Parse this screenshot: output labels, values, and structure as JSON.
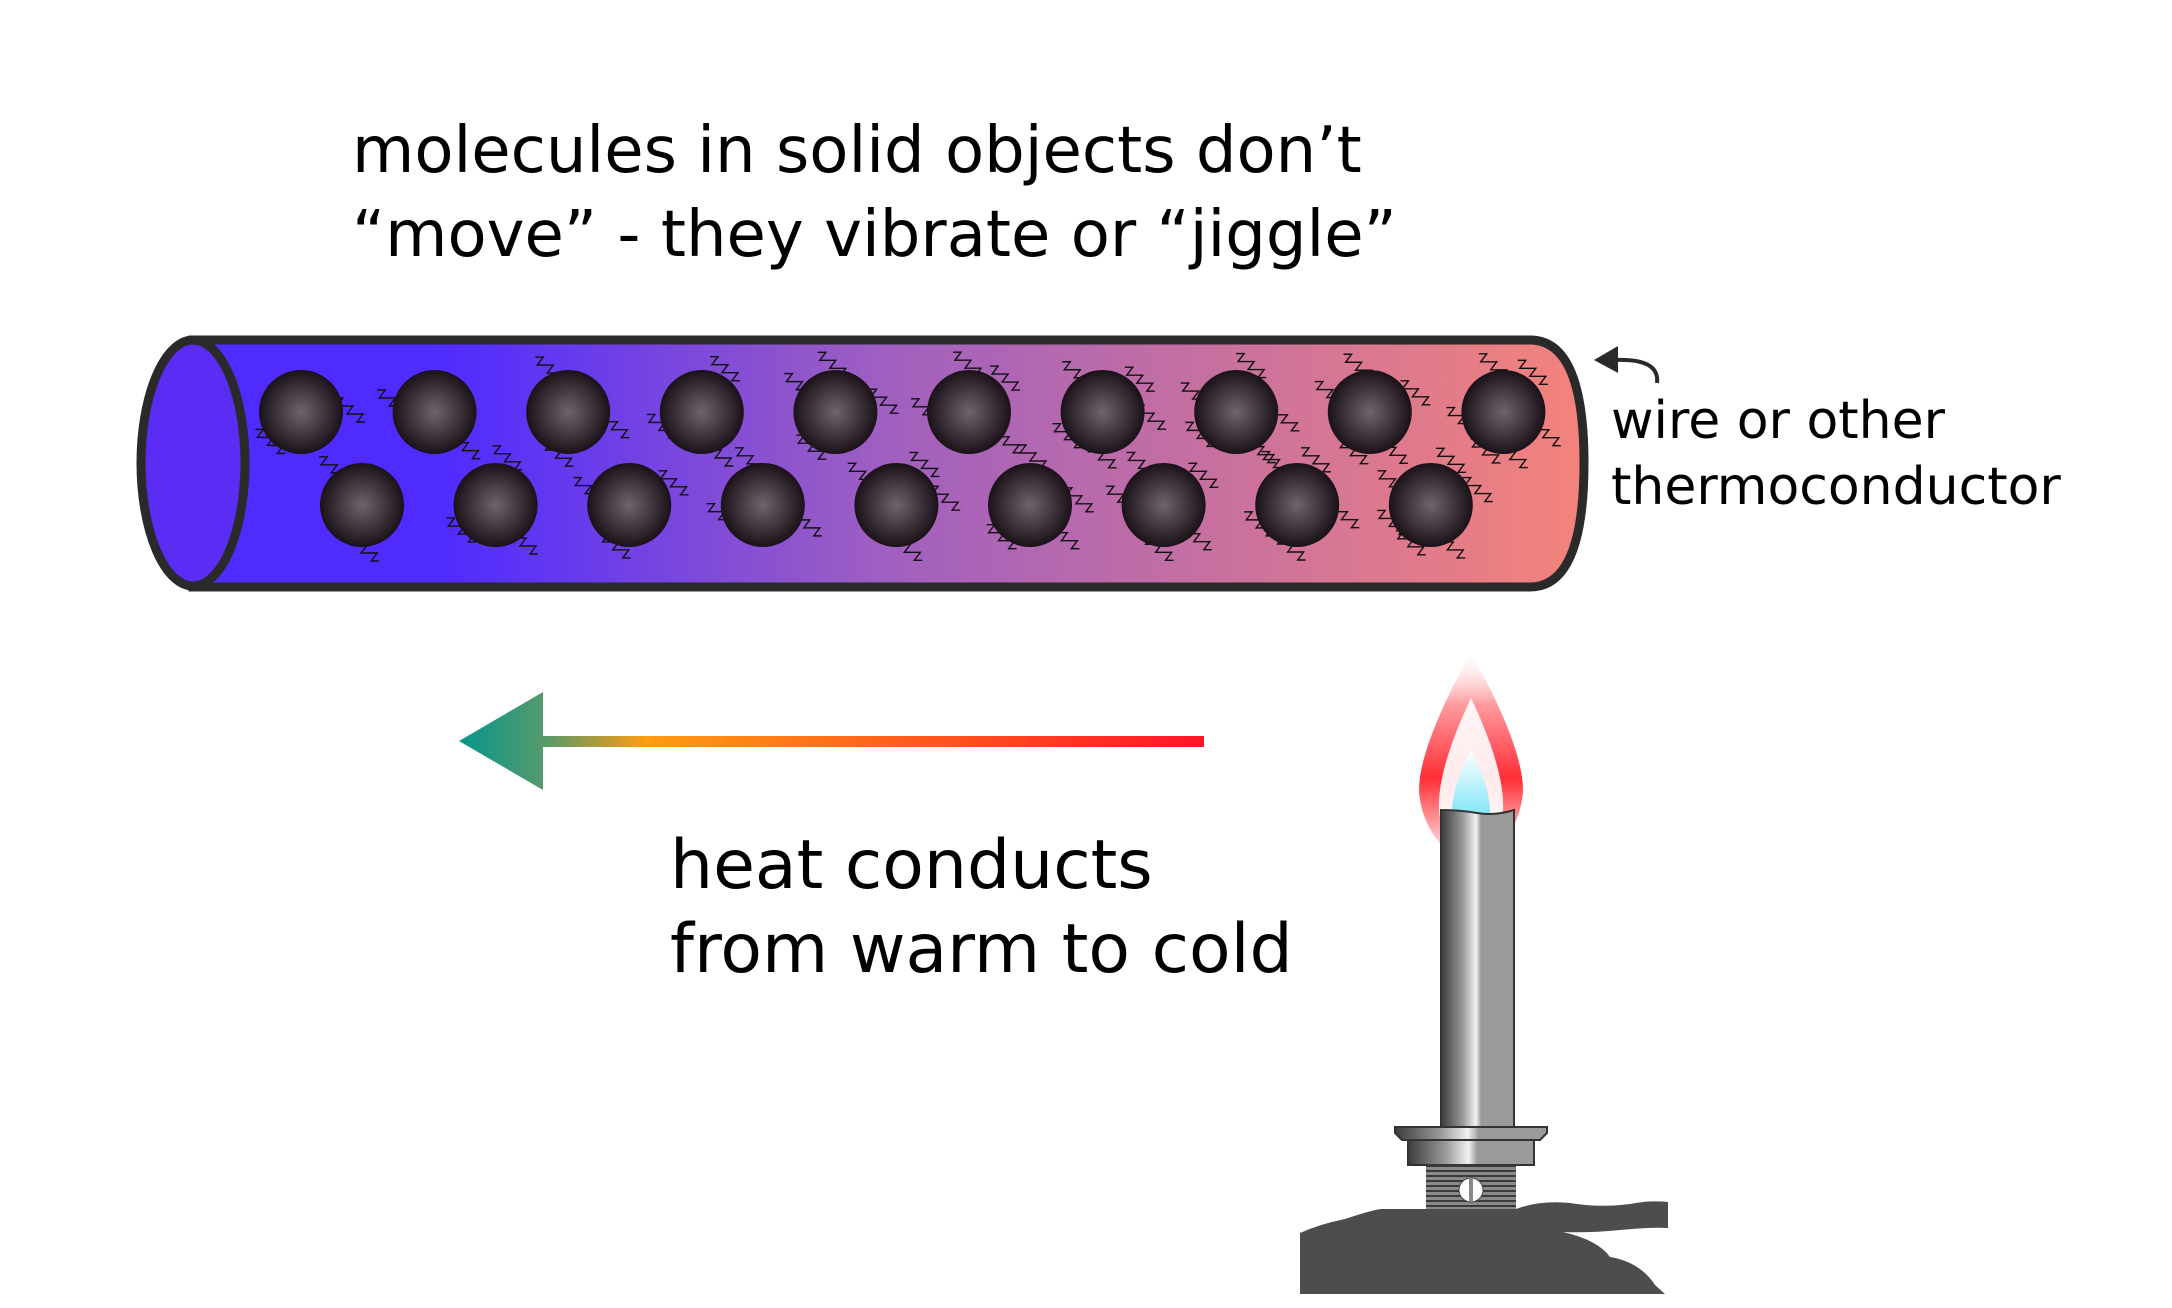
{
  "title": {
    "line1": "molecules in solid objects don’t",
    "line2": "“move” - they vibrate or “jiggle”"
  },
  "wire_label": {
    "line1": "wire or other",
    "line2": "thermoconductor"
  },
  "heat_label": {
    "line1": "heat conducts",
    "line2": "from warm to cold"
  },
  "molecules": {
    "row_top_count": 10,
    "row_bottom_count": 9
  },
  "colors": {
    "tube_cold": "#4f2bff",
    "tube_mid": "#a060c0",
    "tube_hot": "#f4837b",
    "tube_outline": "#2a2a2a",
    "molecule_dark": "#1a1218",
    "molecule_light": "#6e646c",
    "arrow_head": "#06968c",
    "arrow_mid": "#ff9c12",
    "arrow_tail": "#ff1428",
    "flame_outer": "#ff2e36",
    "flame_inner": "#7fe6f8",
    "burner_base": "#4d4d4d"
  }
}
